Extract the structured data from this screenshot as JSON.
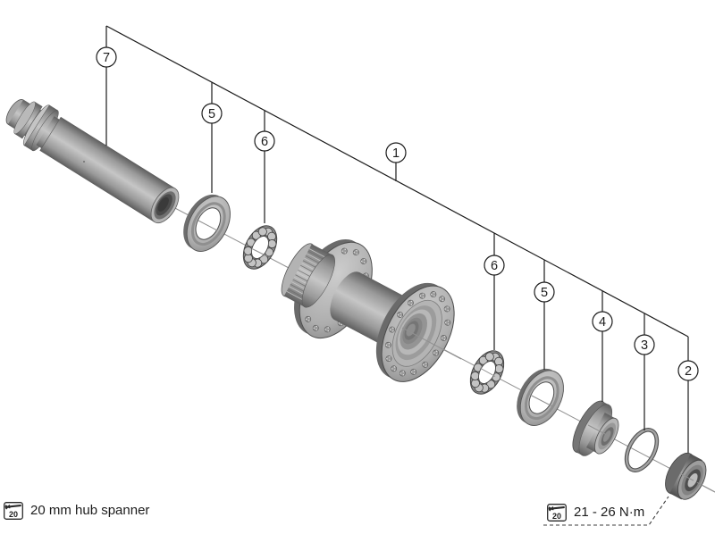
{
  "callout_instances": [
    {
      "label": "7"
    },
    {
      "label": "5"
    },
    {
      "label": "6"
    },
    {
      "label": "1"
    },
    {
      "label": "6"
    },
    {
      "label": "5"
    },
    {
      "label": "4"
    },
    {
      "label": "3"
    },
    {
      "label": "2"
    }
  ],
  "tool_notes": {
    "left": {
      "tool_number": "20",
      "text": "20 mm hub spanner"
    },
    "right": {
      "tool_number": "20",
      "text": "21 - 26 N·m"
    }
  },
  "colors": {
    "background": "#ffffff",
    "leader_line": "#1c1c1c",
    "centerline": "#909090",
    "text": "#1c1c1c",
    "metal_light": "#c6c6c6",
    "metal_mid": "#9a9a9a",
    "metal_dark": "#5f5f5f"
  }
}
